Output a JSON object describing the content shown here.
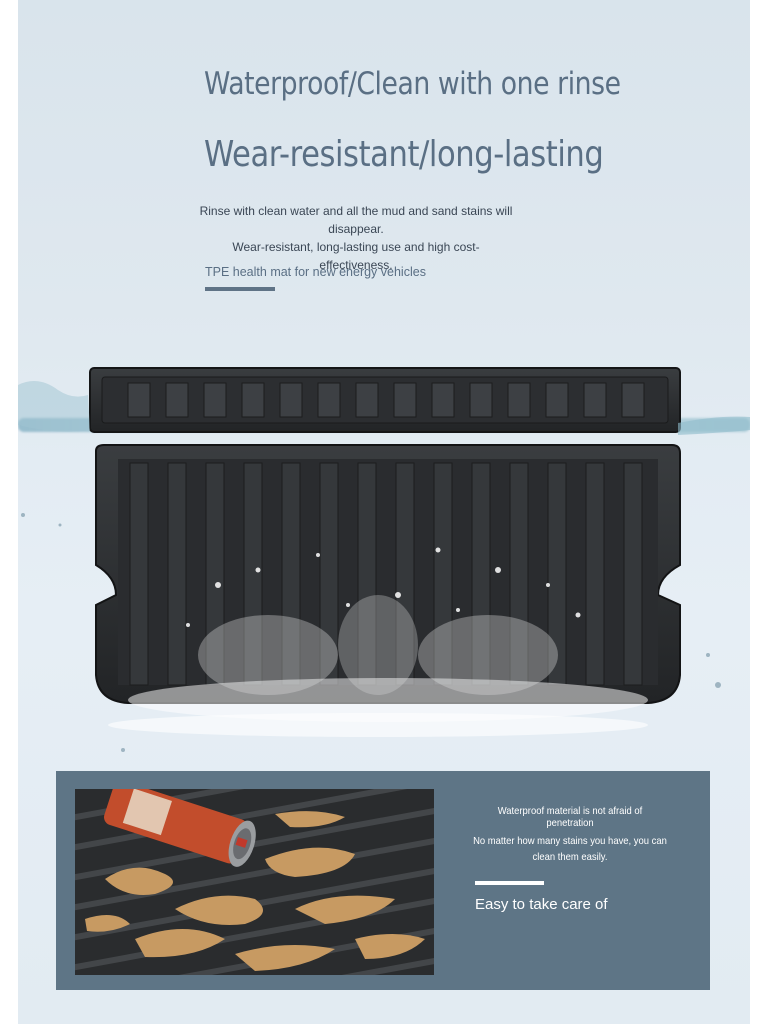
{
  "headline": {
    "line1": "Waterproof/Clean with one rinse",
    "line2": "Wear-resistant/long-lasting"
  },
  "description": {
    "line1": "Rinse with clean water and all the mud and sand stains will disappear.",
    "line2": "Wear-resistant, long-lasting use and high cost-effectiveness."
  },
  "subtitle": "TPE health mat for new energy vehicles",
  "panel": {
    "text1": "Waterproof material is not afraid of penetration",
    "text2": "No matter how many stains you have, you can clean them easily.",
    "text3": "Easy to take care of"
  },
  "colors": {
    "background": "#dfe8ef",
    "headline": "#5a6f84",
    "panel": "#5e7586",
    "mat": "#2b2d2f"
  }
}
